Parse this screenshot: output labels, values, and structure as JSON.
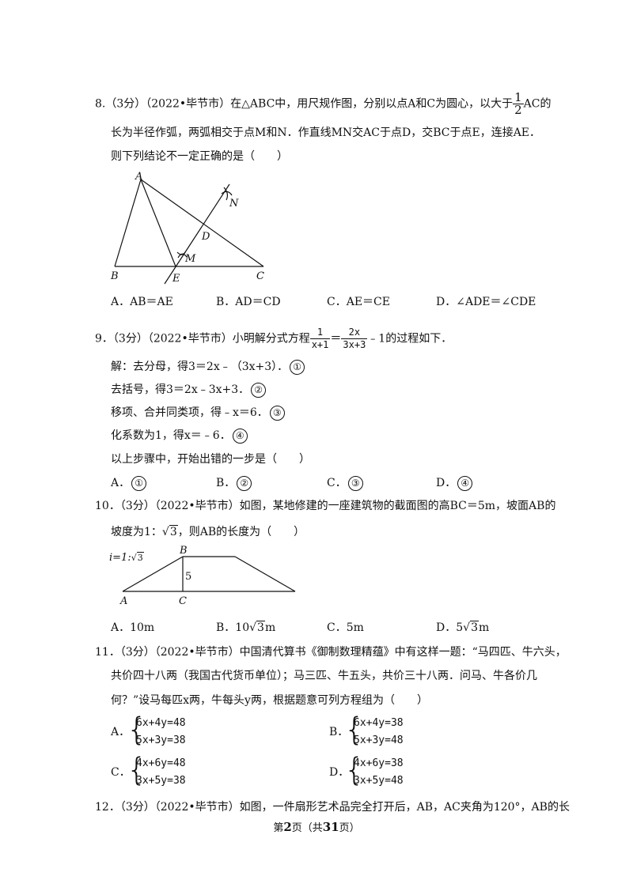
{
  "q8": {
    "prefix": "8.（3分）（2022•毕节市）在△ABC中，用尺规作图，分别以点A和C为圆心，以大于",
    "frac_num": "1",
    "frac_den": "2",
    "suffix": "AC的",
    "line2": "长为半径作弧，两弧相交于点M和N．作直线MN交AC于点D，交BC于点E，连接AE．",
    "line3": "则下列结论不一定正确的是（　　）",
    "fig_labels": {
      "A": "A",
      "B": "B",
      "C": "C",
      "D": "D",
      "E": "E",
      "M": "M",
      "N": "N"
    },
    "options": [
      "A．AB＝AE",
      "B．AD＝CD",
      "C．AE＝CE",
      "D．∠ADE＝∠CDE"
    ]
  },
  "q9": {
    "prefix": "9．（3分）（2022•毕节市）小明解分式方程",
    "f1_num": "1",
    "f1_den": "x+1",
    "eq": "＝",
    "f2_num": "2x",
    "f2_den": "3x+3",
    "suffix": "﹣1的过程如下．",
    "steps": [
      {
        "text": "解：去分母，得3＝2x﹣（3x+3）．",
        "mark": "①"
      },
      {
        "text": "去括号，得3＝2x﹣3x+3．",
        "mark": "②"
      },
      {
        "text": "移项、合并同类项，得﹣x＝6．",
        "mark": "③"
      },
      {
        "text": "化系数为1，得x＝﹣6．",
        "mark": "④"
      }
    ],
    "question": "以上步骤中，开始出错的一步是（　　）",
    "options": [
      {
        "letter": "A．",
        "mark": "①"
      },
      {
        "letter": "B．",
        "mark": "②"
      },
      {
        "letter": "C．",
        "mark": "③"
      },
      {
        "letter": "D．",
        "mark": "④"
      }
    ]
  },
  "q10": {
    "line1": "10．（3分）（2022•毕节市）如图，某地修建的一座建筑物的截面图的高BC＝5m，坡面AB的",
    "line2_pre": "坡度为1：",
    "line2_rad": "3",
    "line2_post": "，则AB的长度为（　　）",
    "fig_ratio_pre": "i=1:",
    "fig_ratio_rad": "3",
    "fig_labels": {
      "A": "A",
      "B": "B",
      "C": "C",
      "h": "5"
    },
    "opt_a": "A．10m",
    "opt_b_pre": "B．10",
    "opt_b_rad": "3",
    "opt_b_post": "m",
    "opt_c": "C．5m",
    "opt_d_pre": "D．5",
    "opt_d_rad": "3",
    "opt_d_post": "m"
  },
  "q11": {
    "line1": "11．（3分）（2022•毕节市）中国清代算书《御制数理精蕴》中有这样一题：“马四匹、牛六头，",
    "line2": "共价四十八两（我国古代货币单位）；马三匹、牛五头，共价三十八两．问马、牛各价几",
    "line3": "何？”设马每匹x两，牛每头y两，根据题意可列方程组为（　　）",
    "options": [
      {
        "letter": "A．",
        "eq1": "6x+4y=48",
        "eq2": "5x+3y=38"
      },
      {
        "letter": "B．",
        "eq1": "6x+4y=38",
        "eq2": "5x+3y=48"
      },
      {
        "letter": "C．",
        "eq1": "4x+6y=48",
        "eq2": "3x+5y=38"
      },
      {
        "letter": "D．",
        "eq1": "4x+6y=38",
        "eq2": "3x+5y=48"
      }
    ]
  },
  "q12": {
    "line1": "12．（3分）（2022•毕节市）如图，一件扇形艺术品完全打开后，AB，AC夹角为120°，AB的长"
  },
  "footer": {
    "pre": "第",
    "page": "2",
    "mid": "页（共",
    "total": "31",
    "post": "页）"
  }
}
